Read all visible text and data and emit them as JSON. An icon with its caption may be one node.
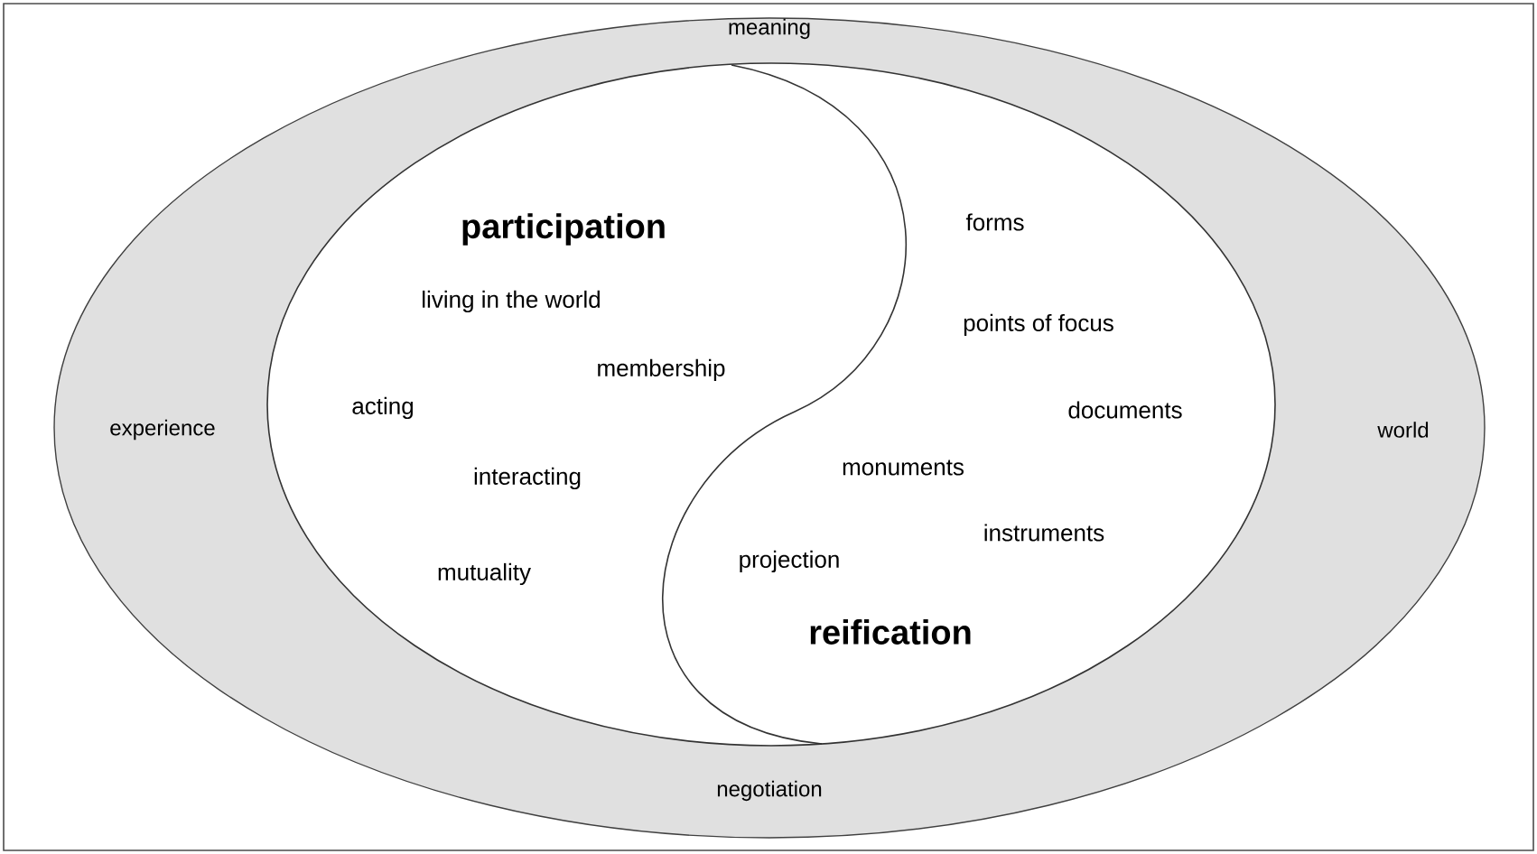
{
  "diagram": {
    "nodes": [
      {
        "text": [
          "meaning",
          "experience",
          "world",
          "negotiation"
        ]
      },
      {
        "text": [],
        "shape": "circle",
        "in": 0
      },
      {
        "text": [
          "participation",
          "living in the world",
          "membership",
          "acting",
          "interacting",
          "mutuality"
        ],
        "in": 1
      },
      {
        "text": [
          "reification",
          "forms",
          "points of focus",
          "documents",
          "monuments",
          "instruments",
          "projection"
        ],
        "in": 1
      }
    ]
  }
}
